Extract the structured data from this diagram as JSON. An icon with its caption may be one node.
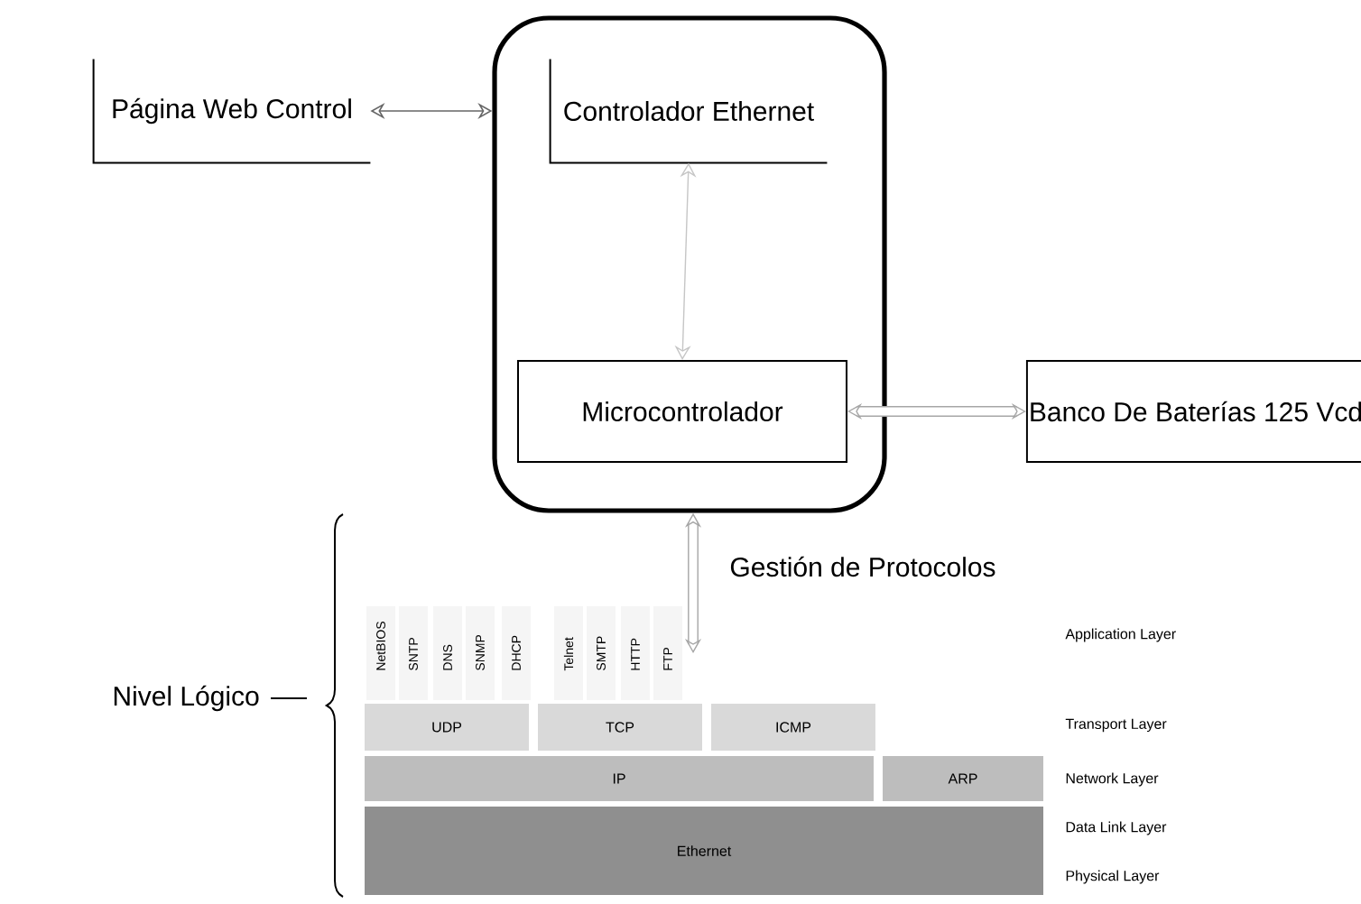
{
  "diagram": {
    "nodes": [
      {
        "text": [
          "Página Web Control"
        ]
      },
      {
        "text": [],
        "shape": "box"
      },
      {
        "text": [
          "Controlador Ethernet"
        ],
        "in": 1
      },
      {
        "text": [
          "Microcontrolador"
        ],
        "in": 1
      },
      {
        "text": [
          "Banco De Baterías 125 Vcd"
        ]
      },
      {
        "text": [
          "NetBIOS"
        ]
      },
      {
        "text": [
          "SNTP"
        ]
      },
      {
        "text": [
          "DNS"
        ]
      },
      {
        "text": [
          "SNMP"
        ]
      },
      {
        "text": [
          "DHCP"
        ]
      },
      {
        "text": [
          "Telnet"
        ]
      },
      {
        "text": [
          "SMTP"
        ]
      },
      {
        "text": [
          "HTTP"
        ]
      },
      {
        "text": [
          "FTP"
        ]
      },
      {
        "text": [
          "UDP"
        ]
      },
      {
        "text": [
          "TCP"
        ]
      },
      {
        "text": [
          "ICMP"
        ]
      },
      {
        "text": [
          "IP"
        ]
      },
      {
        "text": [
          "ARP"
        ]
      },
      {
        "text": [
          "Ethernet"
        ]
      }
    ],
    "edges": [
      {
        "from": 0,
        "to": 1,
        "arrow": "both"
      },
      {
        "from": 2,
        "to": 3,
        "arrow": "both"
      },
      {
        "from": 3,
        "to": 4,
        "arrow": "both",
        "style": "thick"
      },
      {
        "from": 1,
        "to": 13,
        "arrow": "both",
        "label": "Gestión de Protocolos",
        "style": "thick"
      }
    ],
    "labels": [
      "Nivel Lógico",
      "Application Layer",
      "Transport Layer",
      "Network Layer",
      "Data Link Layer",
      "Physical Layer"
    ]
  }
}
